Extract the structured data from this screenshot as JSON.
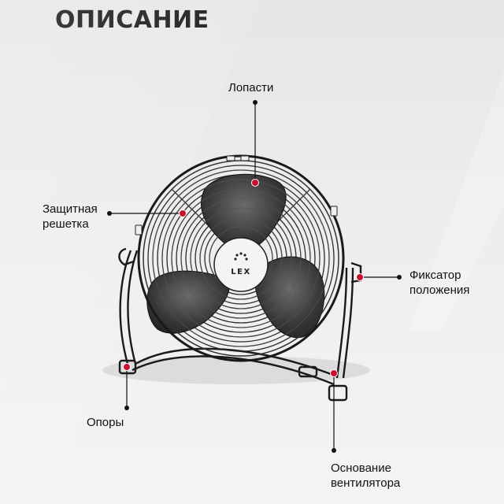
{
  "title": "ОПИСАНИЕ",
  "brand": "LEX",
  "labels": {
    "blades": "Лопасти",
    "guard_line1": "Защитная",
    "guard_line2": "решетка",
    "lock_line1": "Фиксатор",
    "lock_line2": "положения",
    "feet": "Опоры",
    "base_line1": "Основание",
    "base_line2": "вентилятора"
  },
  "colors": {
    "marker": "#c8102e",
    "line": "#111111",
    "text": "#111111"
  }
}
